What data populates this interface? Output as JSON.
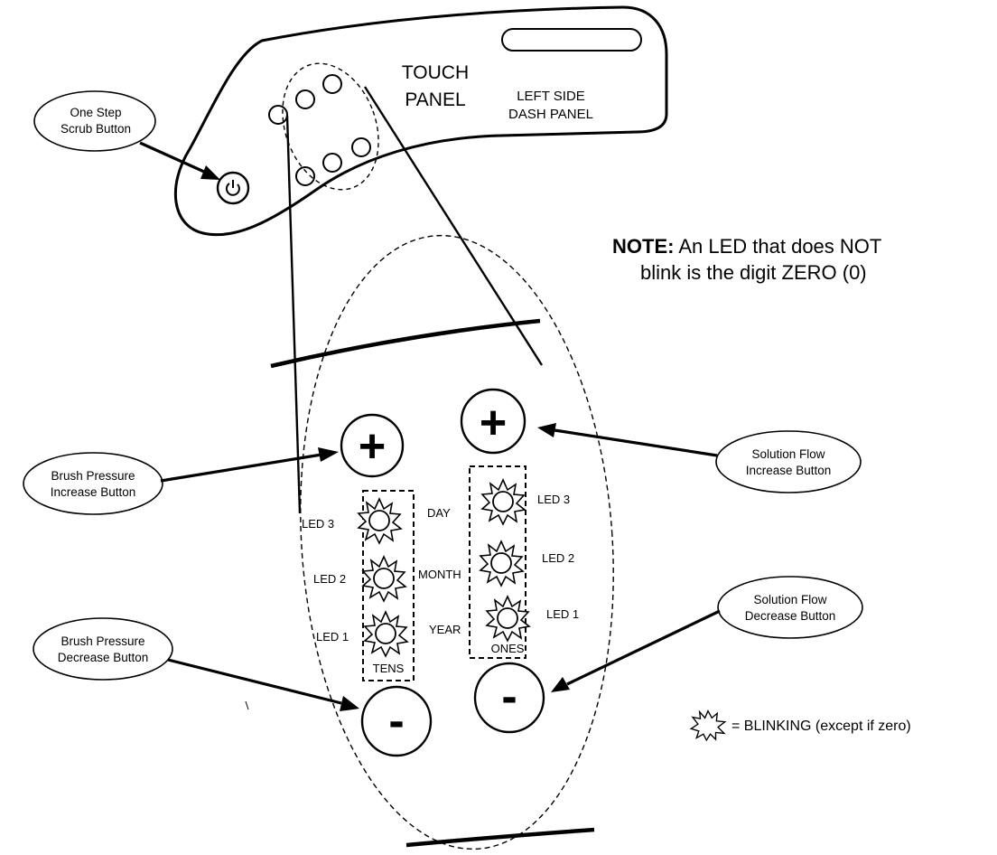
{
  "panel": {
    "title_line1": "TOUCH",
    "title_line2": "PANEL",
    "subtitle_line1": "LEFT SIDE",
    "subtitle_line2": "DASH PANEL"
  },
  "callouts": {
    "one_step_line1": "One Step",
    "one_step_line2": "Scrub Button",
    "brush_inc_line1": "Brush Pressure",
    "brush_inc_line2": "Increase Button",
    "brush_dec_line1": "Brush Pressure",
    "brush_dec_line2": "Decrease Button",
    "sol_inc_line1": "Solution Flow",
    "sol_inc_line2": "Increase Button",
    "sol_dec_line1": "Solution Flow",
    "sol_dec_line2": "Decrease Button"
  },
  "note": {
    "label": "NOTE:",
    "line1_rest": " An LED that does NOT",
    "line2": "blink is the digit ZERO (0)"
  },
  "buttons": {
    "plus": "+",
    "minus": "-"
  },
  "leds": {
    "left_led3": "LED 3",
    "left_led2": "LED 2",
    "left_led1": "LED 1",
    "right_led3": "LED 3",
    "right_led2": "LED 2",
    "right_led1": "LED 1",
    "day": "DAY",
    "month": "MONTH",
    "year": "YEAR",
    "tens": "TENS",
    "ones": "ONES"
  },
  "legend": {
    "text": "= BLINKING  (except if zero)"
  }
}
